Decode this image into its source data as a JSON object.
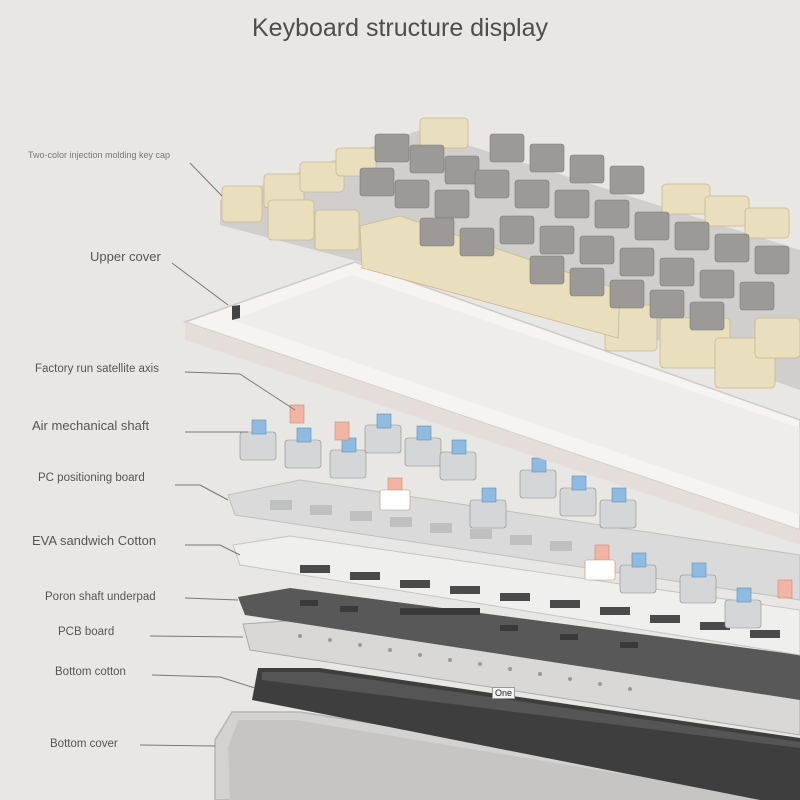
{
  "title": "Keyboard structure display",
  "labels": {
    "keycap": "Two-color injection molding key cap",
    "upper_cover": "Upper cover",
    "satellite_axis": "Factory run satellite axis",
    "air_shaft": "Air mechanical shaft",
    "pc_board": "PC positioning board",
    "eva_cotton": "EVA sandwich Cotton",
    "poron_pad": "Poron shaft underpad",
    "pcb_board": "PCB board",
    "bottom_cotton": "Bottom cotton",
    "bottom_cover": "Bottom cover"
  },
  "plate_tag": "One",
  "colors": {
    "background": "#e8e7e3",
    "keycap_cream": "#e9dfbe",
    "keycap_gray": "#9c9a97",
    "switch_blue": "#8fbbe0",
    "switch_pink": "#f2b4a3",
    "dark_layer": "#4a4a4a"
  }
}
